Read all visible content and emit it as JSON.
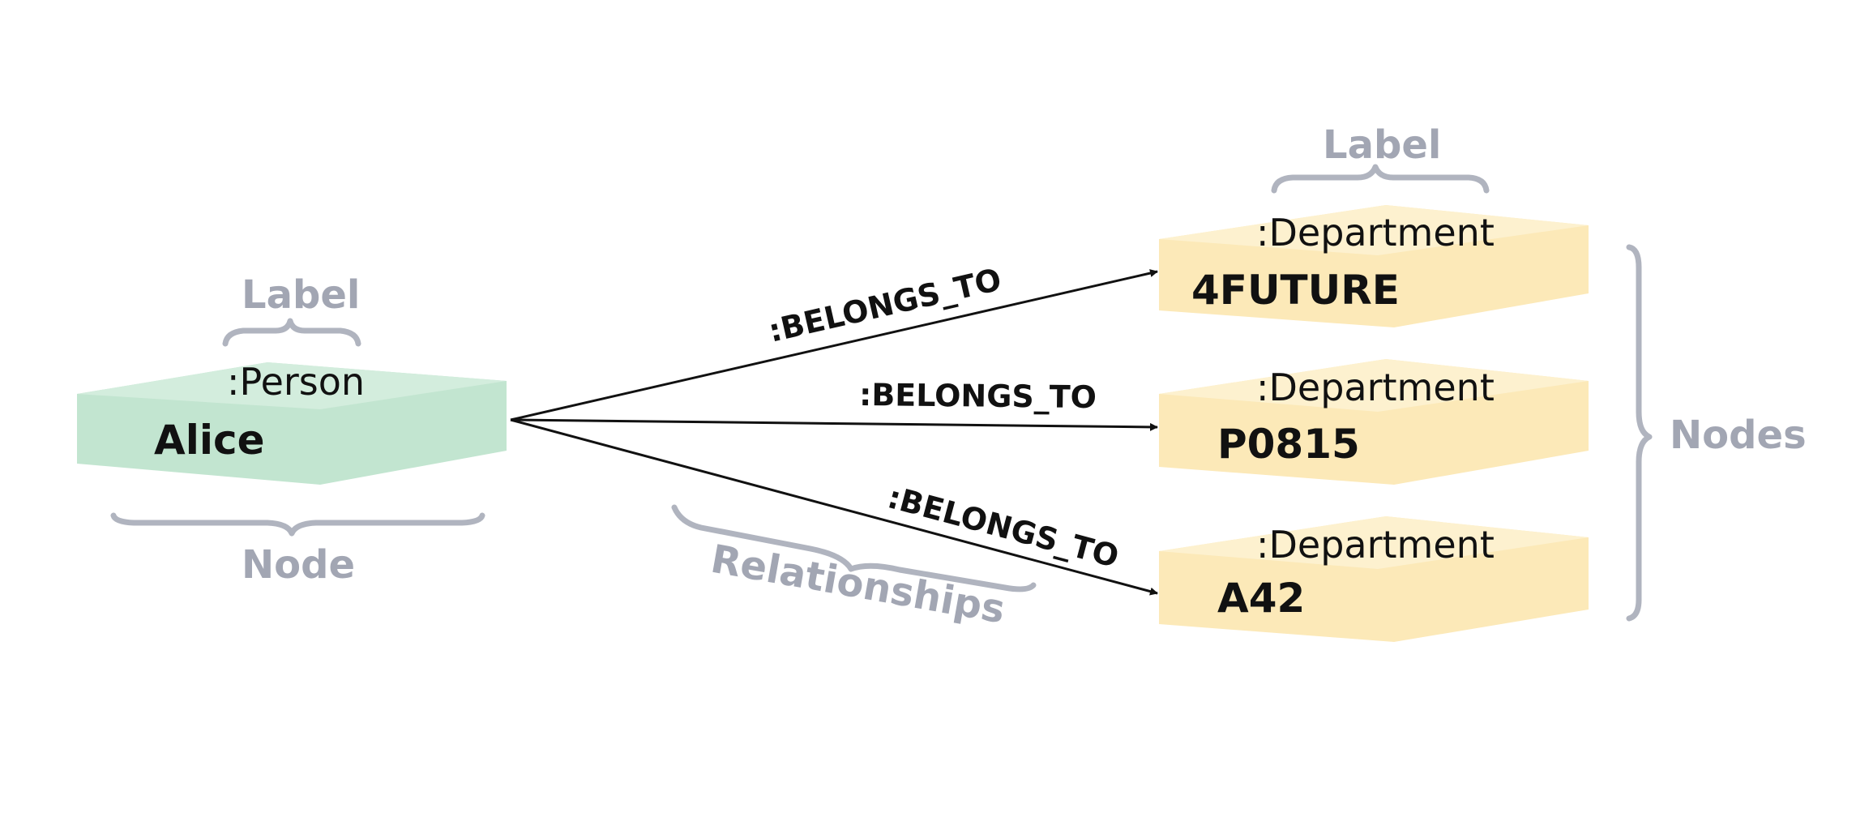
{
  "person_node": {
    "label": ":Person",
    "name": "Alice",
    "color": "#c2e5d0"
  },
  "department_nodes": [
    {
      "label": ":Department",
      "name": "4FUTURE"
    },
    {
      "label": ":Department",
      "name": "P0815"
    },
    {
      "label": ":Department",
      "name": "A42"
    }
  ],
  "department_color": "#fce9b8",
  "relationships": [
    {
      "type": ":BELONGS_TO"
    },
    {
      "type": ":BELONGS_TO"
    },
    {
      "type": ":BELONGS_TO"
    }
  ],
  "annotations": {
    "label_left": "Label",
    "label_top": "Label",
    "node": "Node",
    "nodes": "Nodes",
    "relationships": "Relationships"
  },
  "annotation_color": "#a2a6b3"
}
